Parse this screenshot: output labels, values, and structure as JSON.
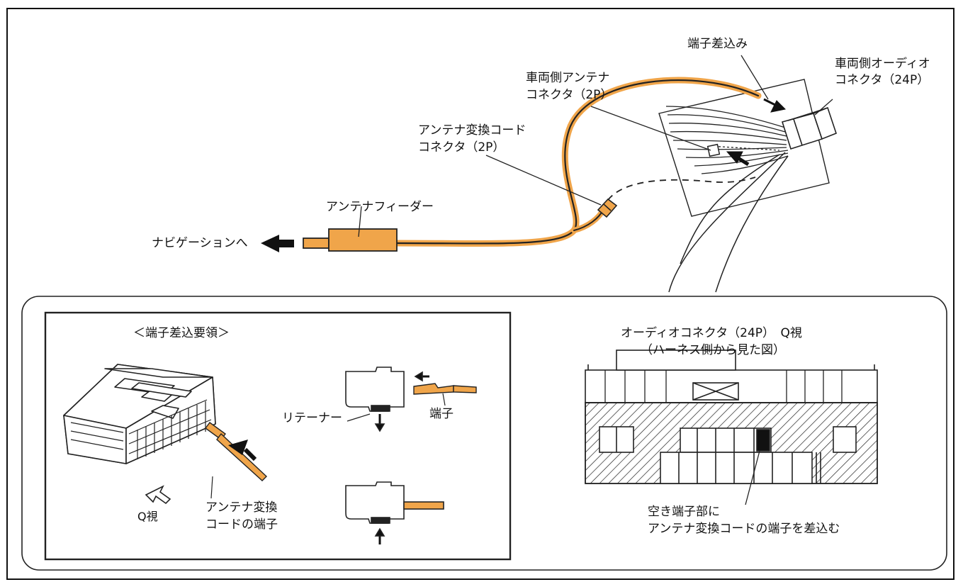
{
  "colors": {
    "cable_orange": "#F0A54A",
    "line": "#1a1a1a",
    "background": "#ffffff"
  },
  "top_diagram": {
    "terminal_insert": "端子差込み",
    "vehicle_audio_connector": [
      "車両側オーディオ",
      "コネクタ（24P）"
    ],
    "vehicle_antenna_connector": [
      "車両側アンテナ",
      "コネクタ（2P）"
    ],
    "antenna_conversion_connector": [
      "アンテナ変換コード",
      "コネクタ（2P）"
    ],
    "antenna_feeder": "アンテナフィーダー",
    "to_navigation": "ナビゲーションへ"
  },
  "insertion_procedure": {
    "title": "＜端子差込要領＞",
    "retainer": "リテーナー",
    "terminal": "端子",
    "q_view": "Q視",
    "antenna_cord_terminal": [
      "アンテナ変換",
      "コードの端子"
    ]
  },
  "connector_view": {
    "title": "オーディオコネクタ（24P）　Q視",
    "subtitle": "（ハーネス側から見た図）",
    "note": [
      "空き端子部に",
      "アンテナ変換コードの端子を差込む"
    ]
  }
}
